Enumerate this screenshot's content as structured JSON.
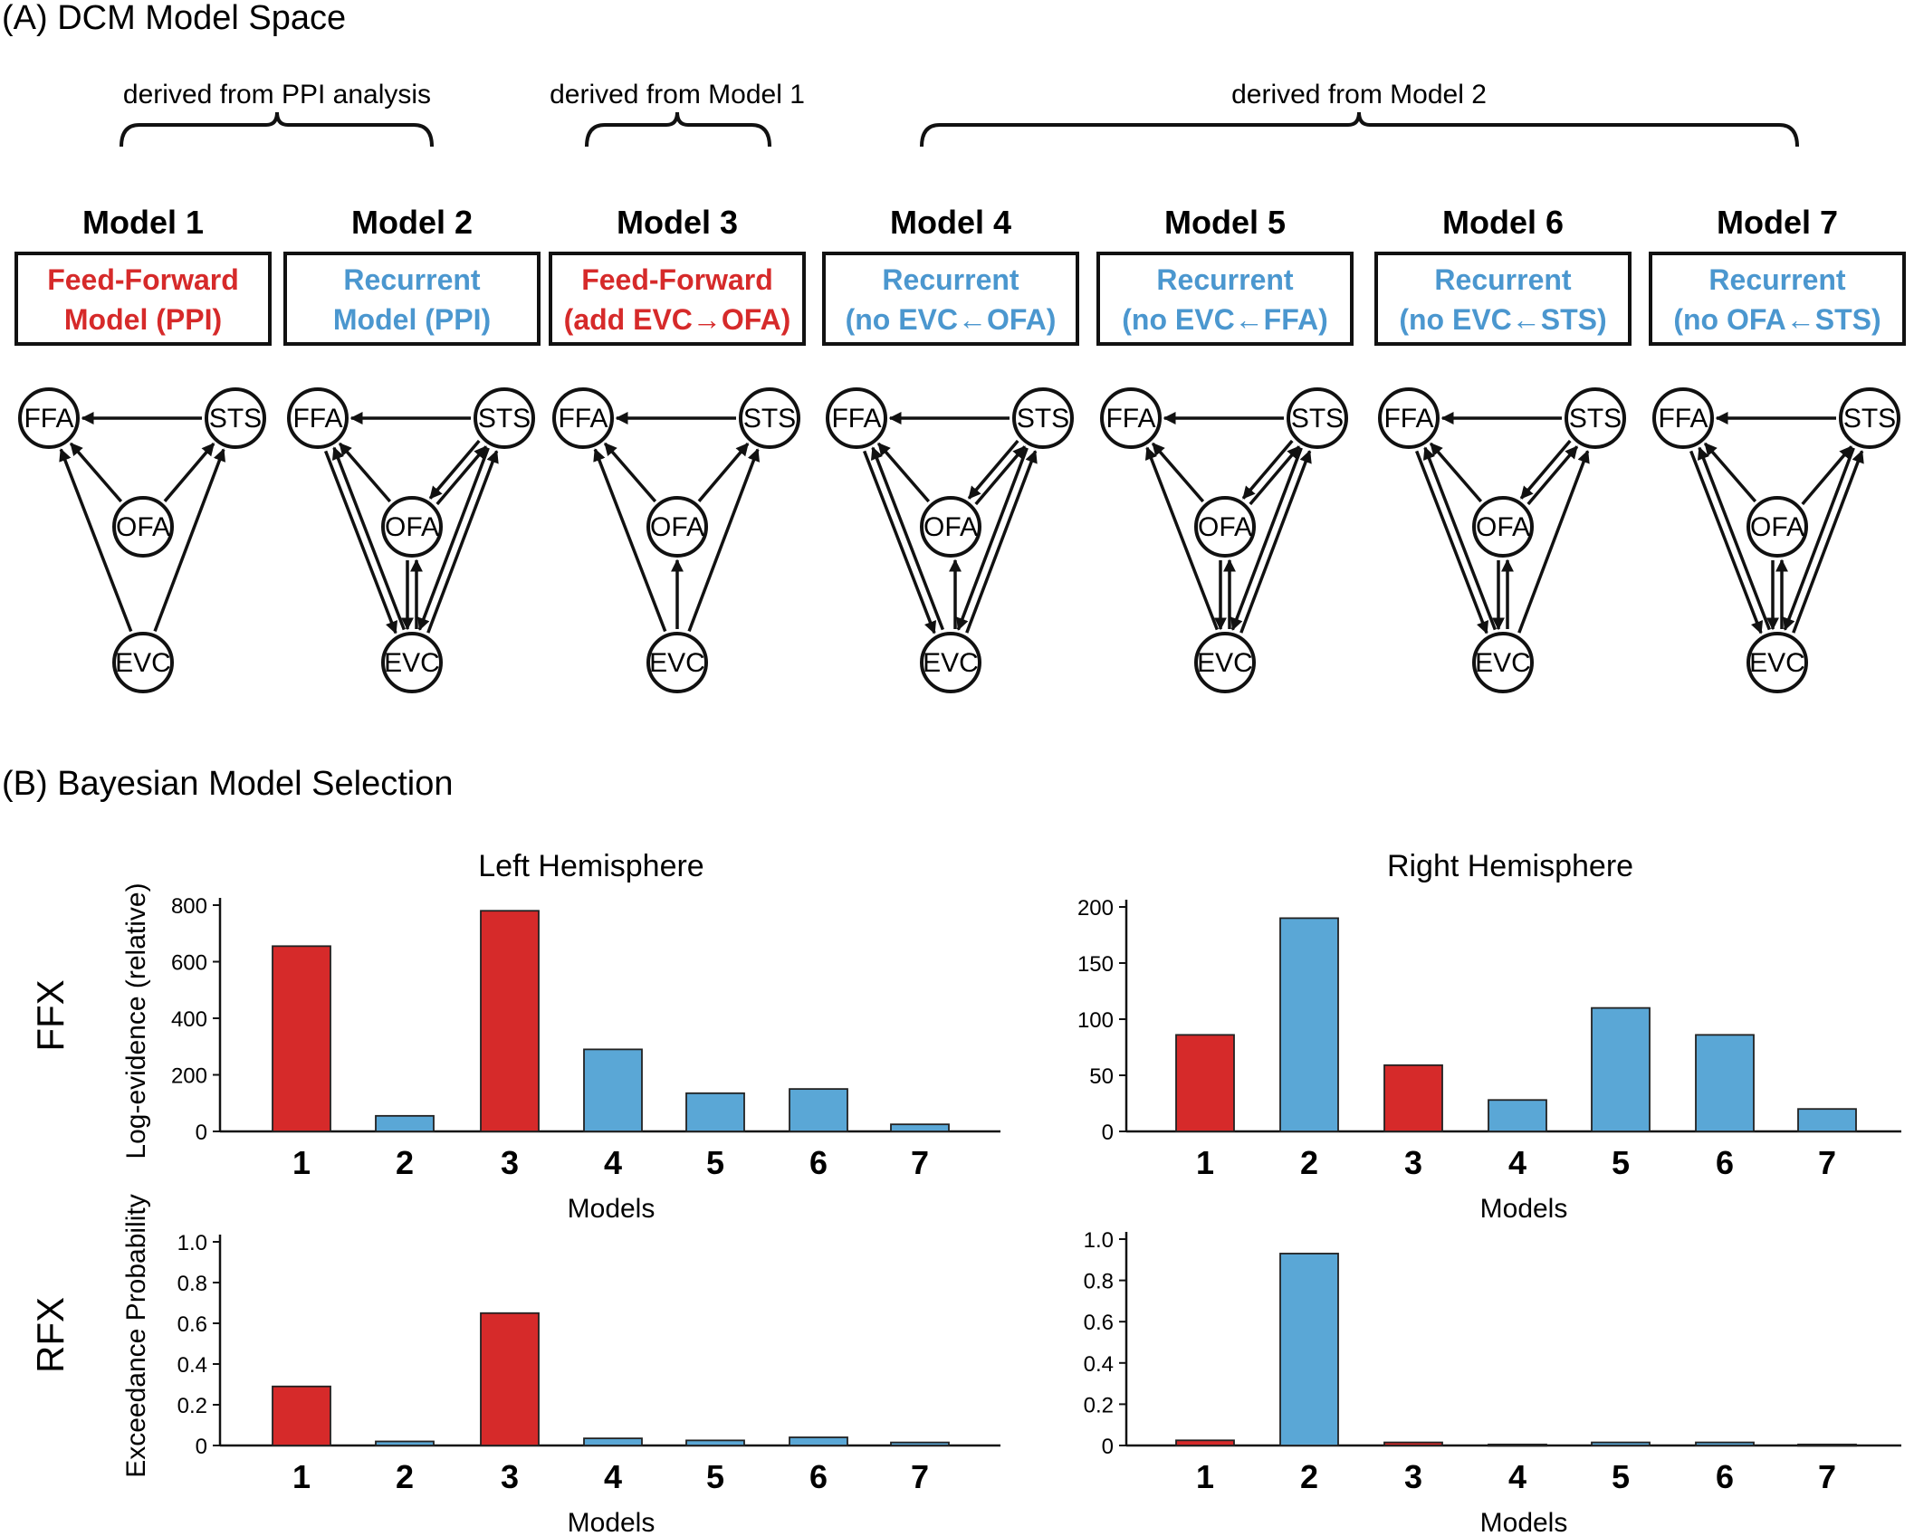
{
  "panel_a": {
    "title": "(A) DCM Model Space",
    "groups": [
      {
        "label": "derived from PPI analysis"
      },
      {
        "label": "derived from Model 1"
      },
      {
        "label": "derived from Model 2"
      }
    ],
    "models": [
      {
        "title": "Model 1",
        "line1": "Feed-Forward",
        "line2": "Model (PPI)",
        "color": "#d62a2a"
      },
      {
        "title": "Model 2",
        "line1": "Recurrent",
        "line2": "Model (PPI)",
        "color": "#4b97cf"
      },
      {
        "title": "Model 3",
        "line1": "Feed-Forward",
        "line2": "(add EVC→OFA)",
        "color": "#d62a2a"
      },
      {
        "title": "Model 4",
        "line1": "Recurrent",
        "line2": "(no EVC←OFA)",
        "color": "#4b97cf"
      },
      {
        "title": "Model 5",
        "line1": "Recurrent",
        "line2": "(no EVC←FFA)",
        "color": "#4b97cf"
      },
      {
        "title": "Model 6",
        "line1": "Recurrent",
        "line2": "(no EVC←STS)",
        "color": "#4b97cf"
      },
      {
        "title": "Model 7",
        "line1": "Recurrent",
        "line2": "(no OFA←STS)",
        "color": "#4b97cf"
      }
    ],
    "nodes": {
      "ffa": "FFA",
      "sts": "STS",
      "ofa": "OFA",
      "evc": "EVC"
    }
  },
  "panel_b": {
    "title": "(B) Bayesian Model Selection",
    "row_labels": {
      "ffx": "FFX",
      "rfx": "RFX"
    },
    "ylabels": {
      "ffx": "Log-evidence (relative)",
      "rfx": "Exceedance Probability"
    },
    "xlabel": "Models",
    "hemispheres": {
      "left": "Left Hemisphere",
      "right": "Right Hemisphere"
    }
  },
  "colors": {
    "feed_forward": "#d62a2a",
    "recurrent": "#5aa7d6",
    "bar_outline": "#222222"
  },
  "chart_data": [
    {
      "type": "bar",
      "title": "Left Hemisphere",
      "row": "FFX",
      "xlabel": "Models",
      "ylabel": "Log-evidence (relative)",
      "categories": [
        "1",
        "2",
        "3",
        "4",
        "5",
        "6",
        "7"
      ],
      "values": [
        655,
        55,
        780,
        290,
        135,
        150,
        25
      ],
      "bar_colors": [
        "red",
        "blue",
        "red",
        "blue",
        "blue",
        "blue",
        "blue"
      ],
      "ylim": [
        0,
        800
      ],
      "yticks": [
        0,
        200,
        400,
        600,
        800
      ],
      "ytick_labels": [
        "0",
        "200",
        "400",
        "600",
        "800"
      ]
    },
    {
      "type": "bar",
      "title": "Right Hemisphere",
      "row": "FFX",
      "xlabel": "Models",
      "ylabel": "",
      "categories": [
        "1",
        "2",
        "3",
        "4",
        "5",
        "6",
        "7"
      ],
      "values": [
        86,
        190,
        59,
        28,
        110,
        86,
        20
      ],
      "bar_colors": [
        "red",
        "blue",
        "red",
        "blue",
        "blue",
        "blue",
        "blue"
      ],
      "ylim": [
        0,
        200
      ],
      "yticks": [
        0,
        50,
        100,
        150,
        200
      ],
      "ytick_labels": [
        "0",
        "50",
        "100",
        "150",
        "200"
      ]
    },
    {
      "type": "bar",
      "title": "",
      "row": "RFX",
      "xlabel": "Models",
      "ylabel": "Exceedance Probability",
      "categories": [
        "1",
        "2",
        "3",
        "4",
        "5",
        "6",
        "7"
      ],
      "values": [
        0.29,
        0.02,
        0.65,
        0.035,
        0.025,
        0.04,
        0.015
      ],
      "bar_colors": [
        "red",
        "blue",
        "red",
        "blue",
        "blue",
        "blue",
        "blue"
      ],
      "ylim": [
        0,
        1.0
      ],
      "yticks": [
        0,
        0.2,
        0.4,
        0.6,
        0.8,
        1.0
      ],
      "ytick_labels": [
        "0",
        "0.2",
        "0.4",
        "0.6",
        "0.8",
        "1.0"
      ]
    },
    {
      "type": "bar",
      "title": "",
      "row": "RFX",
      "xlabel": "Models",
      "ylabel": "",
      "categories": [
        "1",
        "2",
        "3",
        "4",
        "5",
        "6",
        "7"
      ],
      "values": [
        0.025,
        0.93,
        0.015,
        0.005,
        0.015,
        0.015,
        0.005
      ],
      "bar_colors": [
        "red",
        "blue",
        "red",
        "blue",
        "blue",
        "blue",
        "blue"
      ],
      "ylim": [
        0,
        1.0
      ],
      "yticks": [
        0,
        0.2,
        0.4,
        0.6,
        0.8,
        1.0
      ],
      "ytick_labels": [
        "0",
        "0.2",
        "0.4",
        "0.6",
        "0.8",
        "1.0"
      ]
    }
  ]
}
